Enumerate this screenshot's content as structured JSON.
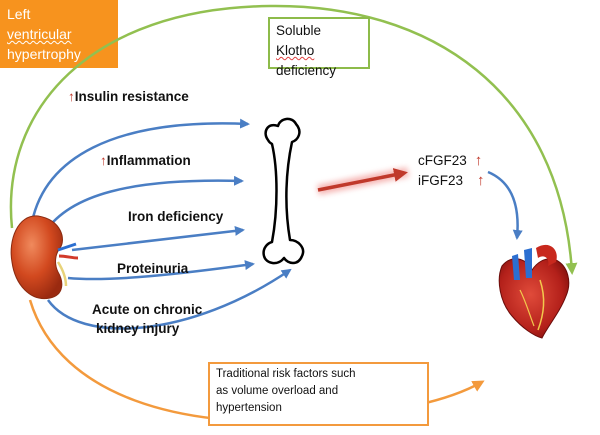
{
  "colors": {
    "blue_arrow": "#4a7ec4",
    "green_arrow": "#92c050",
    "orange_arrow": "#f39a3d",
    "red_arrow": "#c0392b",
    "lvh_fill": "#f7931e",
    "up_arrow": "#c0392b"
  },
  "icons": {
    "kidney": "kidney-icon",
    "bone": "bone-icon",
    "heart": "heart-icon",
    "up": "up-arrow-icon"
  },
  "factors": {
    "insulin": "Insulin resistance",
    "inflammation": "Inflammation",
    "iron": "Iron deficiency",
    "proteinuria": "Proteinuria",
    "akd_line1": "Acute on chronic",
    "akd_line2": "kidney injury"
  },
  "up_symbol": "↑",
  "klotho": {
    "line1_prefix": "Soluble ",
    "line1_word": "Klotho",
    "line2": "deficiency"
  },
  "fgf23": {
    "c": "cFGF23",
    "i": "iFGF23"
  },
  "risk": {
    "line1": "Traditional risk factors such",
    "line2": "as volume overload and",
    "line3": "hypertension"
  },
  "lvh": {
    "line1": "Left",
    "line2": "ventricular",
    "line3": "hypertrophy"
  }
}
